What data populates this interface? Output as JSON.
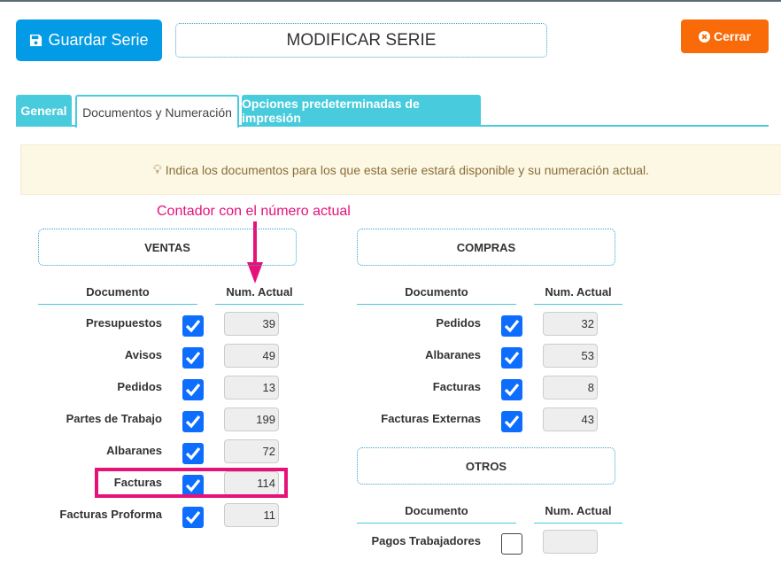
{
  "toolbar": {
    "save_label": "Guardar Serie",
    "title": "MODIFICAR SERIE",
    "close_label": "Cerrar"
  },
  "tabs": [
    {
      "label": "General"
    },
    {
      "label": "Documentos y Numeración"
    },
    {
      "label": "Opciones predeterminadas de impresión"
    }
  ],
  "info": "Indica los documentos para los que esta serie estará disponible y su numeración actual.",
  "annotation": "Contador con el número actual",
  "colors": {
    "accent": "#48cbdc",
    "save": "#039be5",
    "close": "#f96b08",
    "highlight": "#e6127a"
  },
  "ventas": {
    "title": "VENTAS",
    "col_doc": "Documento",
    "col_num": "Num. Actual",
    "rows": [
      {
        "label": "Presupuestos",
        "checked": true,
        "value": "39"
      },
      {
        "label": "Avisos",
        "checked": true,
        "value": "49"
      },
      {
        "label": "Pedidos",
        "checked": true,
        "value": "13"
      },
      {
        "label": "Partes de Trabajo",
        "checked": true,
        "value": "199"
      },
      {
        "label": "Albaranes",
        "checked": true,
        "value": "72"
      },
      {
        "label": "Facturas",
        "checked": true,
        "value": "114"
      },
      {
        "label": "Facturas Proforma",
        "checked": true,
        "value": "11"
      }
    ]
  },
  "compras": {
    "title": "COMPRAS",
    "col_doc": "Documento",
    "col_num": "Num. Actual",
    "rows": [
      {
        "label": "Pedidos",
        "checked": true,
        "value": "32"
      },
      {
        "label": "Albaranes",
        "checked": true,
        "value": "53"
      },
      {
        "label": "Facturas",
        "checked": true,
        "value": "8"
      },
      {
        "label": "Facturas Externas",
        "checked": true,
        "value": "43"
      }
    ]
  },
  "otros": {
    "title": "OTROS",
    "col_doc": "Documento",
    "col_num": "Num. Actual",
    "rows": [
      {
        "label": "Pagos Trabajadores",
        "checked": false,
        "value": ""
      }
    ]
  }
}
